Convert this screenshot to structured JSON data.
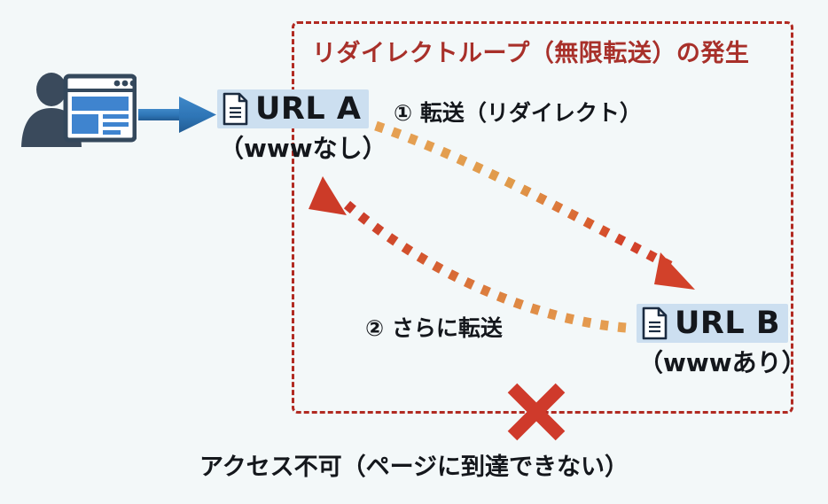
{
  "diagram": {
    "title": "リダイレクトループ（無限転送）の発生",
    "caption": "アクセス不可（ページに到達できない）",
    "colors": {
      "background": "#f3f8f9",
      "loop_border": "#b12a22",
      "title_text": "#a8302a",
      "body_text": "#14171c",
      "chip_highlight": "#ccdff0",
      "blue_arrow": "#2e75b6",
      "dotted_start": "#e6a154",
      "dotted_end": "#d2412a",
      "x_mark": "#cf3a2b",
      "user_icon": "#3a4a5c"
    },
    "actor": {
      "icon": "user-browser-icon",
      "browser_dots": 3
    },
    "entry_arrow": {
      "icon": "blue-right-arrow-icon",
      "direction": "right"
    },
    "nodes": [
      {
        "id": "url-a",
        "icon": "document-icon",
        "label": "URL A",
        "sublabel": "（wwwなし）"
      },
      {
        "id": "url-b",
        "icon": "document-icon",
        "label": "URL B",
        "sublabel": "（wwwあり）"
      }
    ],
    "steps": [
      {
        "id": "step-1",
        "label": "① 転送（リダイレクト）",
        "from": "url-a",
        "to": "url-b",
        "style": "dotted-curve",
        "arrowhead": "red"
      },
      {
        "id": "step-2",
        "label": "② さらに転送",
        "from": "url-b",
        "to": "url-a",
        "style": "dotted-curve",
        "arrowhead": "red"
      }
    ],
    "failure": {
      "icon": "x-mark-icon",
      "label": "アクセス不可（ページに到達できない）"
    }
  }
}
